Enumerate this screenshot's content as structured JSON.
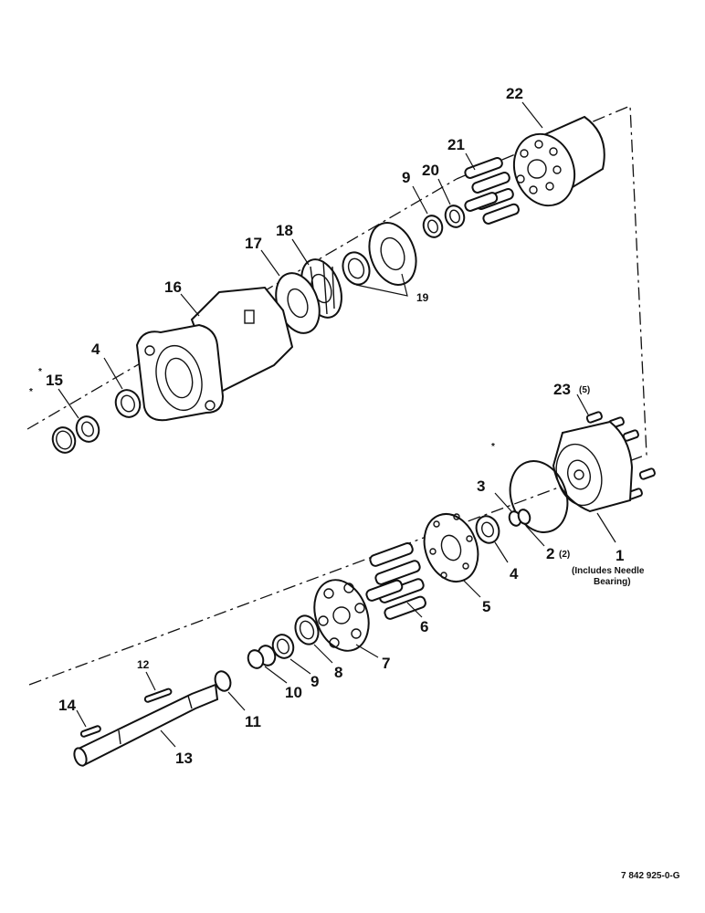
{
  "callouts": {
    "p22": "22",
    "p21": "21",
    "p20": "20",
    "p9a": "9",
    "p18": "18",
    "p17": "17",
    "p19": "19",
    "p16": "16",
    "p4a": "4",
    "p15": "15",
    "p23": "23",
    "p23_qty": "(5)",
    "p3": "3",
    "p2": "2",
    "p2_qty": "(2)",
    "p1": "1",
    "p4b": "4",
    "p5": "5",
    "p6": "6",
    "p7": "7",
    "p8": "8",
    "p9b": "9",
    "p10": "10",
    "p11": "11",
    "p12": "12",
    "p13": "13",
    "p14": "14"
  },
  "notes": {
    "includes_line1": "(Includes Needle",
    "includes_line2": "Bearing)",
    "asterisk": "*"
  },
  "figure_id": "7 842 925-0-G"
}
